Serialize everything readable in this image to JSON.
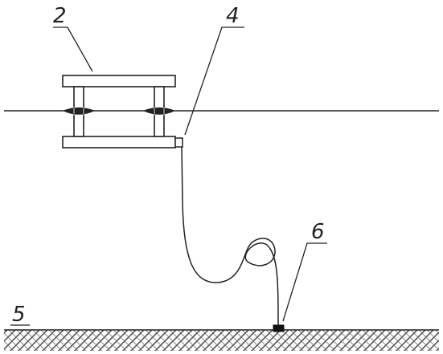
{
  "labels": {
    "device": "2",
    "connector": "4",
    "seabed": "5",
    "anchor": "6"
  },
  "colors": {
    "line": "#222222",
    "background": "#ffffff",
    "hatch": "#555555"
  }
}
